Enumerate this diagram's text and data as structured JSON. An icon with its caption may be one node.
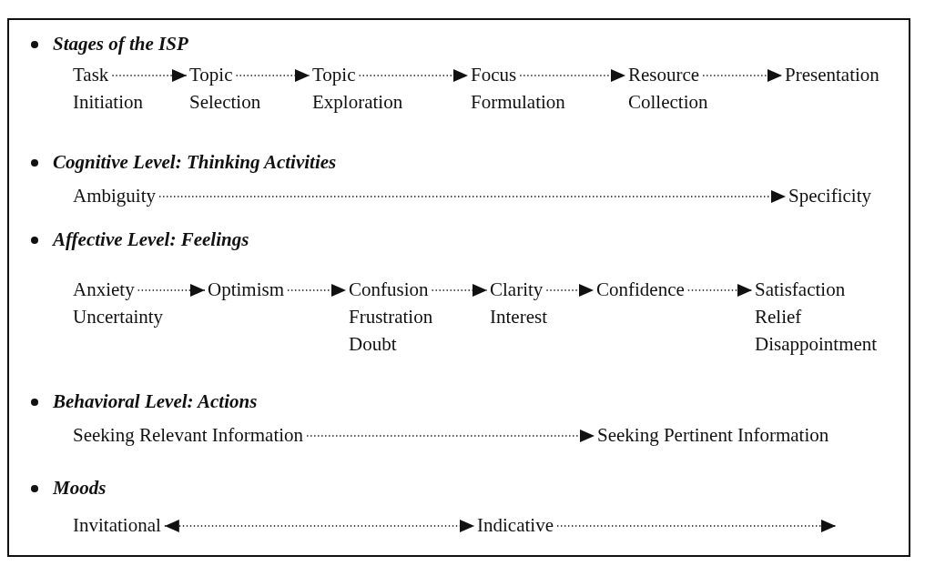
{
  "diagram": {
    "nodes": [
      {
        "text": [
          "Task Initiation"
        ]
      },
      {
        "text": [
          "Topic Selection"
        ]
      },
      {
        "text": [
          "Topic Exploration"
        ]
      },
      {
        "text": [
          "Focus Formulation"
        ]
      },
      {
        "text": [
          "Resource Collection"
        ]
      },
      {
        "text": [
          "Presentation"
        ]
      },
      {
        "text": [
          "Ambiguity"
        ]
      },
      {
        "text": [
          "Specificity"
        ]
      },
      {
        "text": [
          "Anxiety",
          "Uncertainty"
        ]
      },
      {
        "text": [
          "Optimism"
        ]
      },
      {
        "text": [
          "Confusion",
          "Frustration",
          "Doubt"
        ]
      },
      {
        "text": [
          "Clarity",
          "Interest"
        ]
      },
      {
        "text": [
          "Confidence"
        ]
      },
      {
        "text": [
          "Satisfaction",
          "Relief",
          "Disappointment"
        ]
      },
      {
        "text": [
          "Seeking Relevant Information"
        ]
      },
      {
        "text": [
          "Seeking Pertinent Information"
        ]
      },
      {
        "text": [
          "Invitational"
        ]
      },
      {
        "text": [
          "Indicative"
        ]
      }
    ],
    "edges": [
      {
        "from": 0,
        "to": 1,
        "arrow": "to",
        "style": "dashed"
      },
      {
        "from": 1,
        "to": 2,
        "arrow": "to",
        "style": "dashed"
      },
      {
        "from": 2,
        "to": 3,
        "arrow": "to",
        "style": "dashed"
      },
      {
        "from": 3,
        "to": 4,
        "arrow": "to",
        "style": "dashed"
      },
      {
        "from": 4,
        "to": 5,
        "arrow": "to",
        "style": "dashed"
      },
      {
        "from": 6,
        "to": 7,
        "arrow": "to",
        "style": "dashed"
      },
      {
        "from": 8,
        "to": 9,
        "arrow": "to",
        "style": "dashed"
      },
      {
        "from": 9,
        "to": 10,
        "arrow": "to",
        "style": "dashed"
      },
      {
        "from": 10,
        "to": 11,
        "arrow": "to",
        "style": "dashed"
      },
      {
        "from": 11,
        "to": 12,
        "arrow": "to",
        "style": "dashed"
      },
      {
        "from": 12,
        "to": 13,
        "arrow": "to",
        "style": "dashed"
      },
      {
        "from": 14,
        "to": 15,
        "arrow": "to",
        "style": "dashed"
      },
      {
        "from": 16,
        "to": 17,
        "arrow": "both",
        "style": "dashed"
      },
      {
        "from": 17,
        "to": null,
        "arrow": "to",
        "style": "dashed"
      }
    ],
    "labels": [
      "Stages of the ISP",
      "Cognitive Level: Thinking Activities",
      "Affective Level: Feelings",
      "Behavioral Level: Actions",
      "Moods"
    ]
  }
}
